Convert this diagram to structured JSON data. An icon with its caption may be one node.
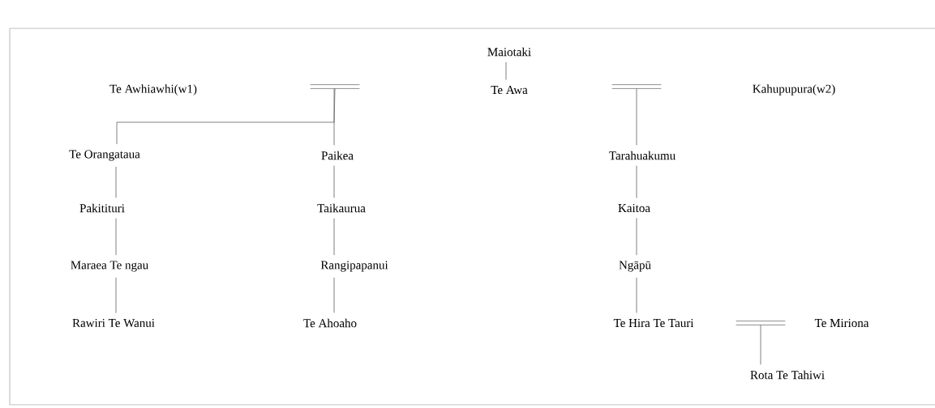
{
  "diagram": {
    "nodes": [
      {
        "text": [
          "Maiotaki"
        ]
      },
      {
        "text": [
          "Te Awhiawhi(w1)"
        ]
      },
      {
        "text": [],
        "shape": "bar"
      },
      {
        "text": [
          "Te Awa"
        ]
      },
      {
        "text": [],
        "shape": "bar"
      },
      {
        "text": [
          "Kahupupura(w2)"
        ]
      },
      {
        "text": [
          "Te Orangataua"
        ]
      },
      {
        "text": [
          "Paikea"
        ]
      },
      {
        "text": [
          "Tarahuakumu"
        ]
      },
      {
        "text": [
          "Pakitituri"
        ]
      },
      {
        "text": [
          "Taikaurua"
        ]
      },
      {
        "text": [
          "Kaitoa"
        ]
      },
      {
        "text": [
          "Maraea Te ngau"
        ]
      },
      {
        "text": [
          "Rangipapanui"
        ]
      },
      {
        "text": [
          "Ngāpū"
        ]
      },
      {
        "text": [
          "Rawiri Te Wanui"
        ]
      },
      {
        "text": [
          "Te Ahoaho"
        ]
      },
      {
        "text": [
          "Te Hira Te Tauri"
        ]
      },
      {
        "text": [],
        "shape": "bar"
      },
      {
        "text": [
          "Te Miriona"
        ]
      },
      {
        "text": [
          "Rota Te Tahiwi"
        ]
      }
    ],
    "edges": [
      {
        "from": 0,
        "to": 3,
        "arrow": "none"
      },
      {
        "from": 2,
        "to": 6,
        "arrow": "none"
      },
      {
        "from": 2,
        "to": 7,
        "arrow": "none"
      },
      {
        "from": 4,
        "to": 8,
        "arrow": "none"
      },
      {
        "from": 6,
        "to": 9,
        "arrow": "none"
      },
      {
        "from": 9,
        "to": 12,
        "arrow": "none"
      },
      {
        "from": 12,
        "to": 15,
        "arrow": "none"
      },
      {
        "from": 7,
        "to": 10,
        "arrow": "none"
      },
      {
        "from": 10,
        "to": 13,
        "arrow": "none"
      },
      {
        "from": 13,
        "to": 16,
        "arrow": "none"
      },
      {
        "from": 8,
        "to": 11,
        "arrow": "none"
      },
      {
        "from": 11,
        "to": 14,
        "arrow": "none"
      },
      {
        "from": 14,
        "to": 17,
        "arrow": "none"
      },
      {
        "from": 18,
        "to": 20,
        "arrow": "none"
      }
    ]
  }
}
